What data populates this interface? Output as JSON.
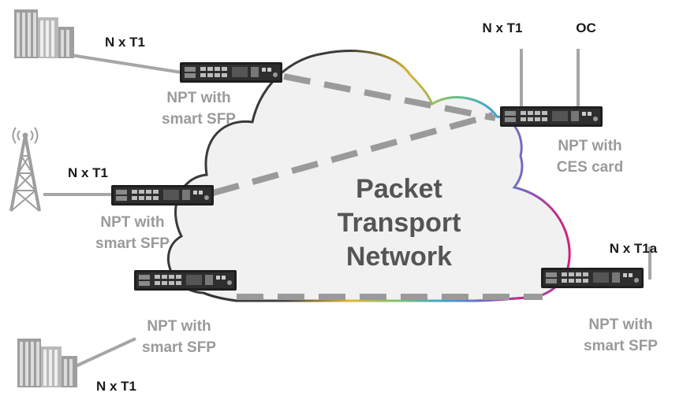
{
  "cloud": {
    "title_lines": [
      "Packet",
      "Transport",
      "Network"
    ]
  },
  "devices": {
    "top_left": {
      "label_lines": [
        "NPT with",
        "smart SFP"
      ],
      "link_label": "N x T1"
    },
    "mid_left": {
      "label_lines": [
        "NPT with",
        "smart SFP"
      ],
      "link_label": "N x T1"
    },
    "bottom_left": {
      "label_lines": [
        "NPT with",
        "smart SFP"
      ],
      "link_label": "N x T1"
    },
    "top_right": {
      "label_lines": [
        "NPT with",
        "CES card"
      ],
      "link_labels": [
        "N x T1",
        "OC"
      ]
    },
    "bottom_right": {
      "label_lines": [
        "NPT with",
        "smart SFP"
      ],
      "link_label": "N x T1a"
    }
  },
  "colors": {
    "cloud_fill": "#f1f1f2",
    "line_grey": "#a6a6a6",
    "dashed_grey": "#9a9a9a",
    "label_grey": "#9a9a9a",
    "label_dark": "#1a1a1a",
    "gradient": [
      "#333333",
      "#8a7a2a",
      "#e4b52b",
      "#7cc26b",
      "#3aa0d8",
      "#8d55b8",
      "#d2207a"
    ]
  },
  "icons": [
    "building-icon",
    "cell-tower-icon",
    "network-device-icon"
  ]
}
